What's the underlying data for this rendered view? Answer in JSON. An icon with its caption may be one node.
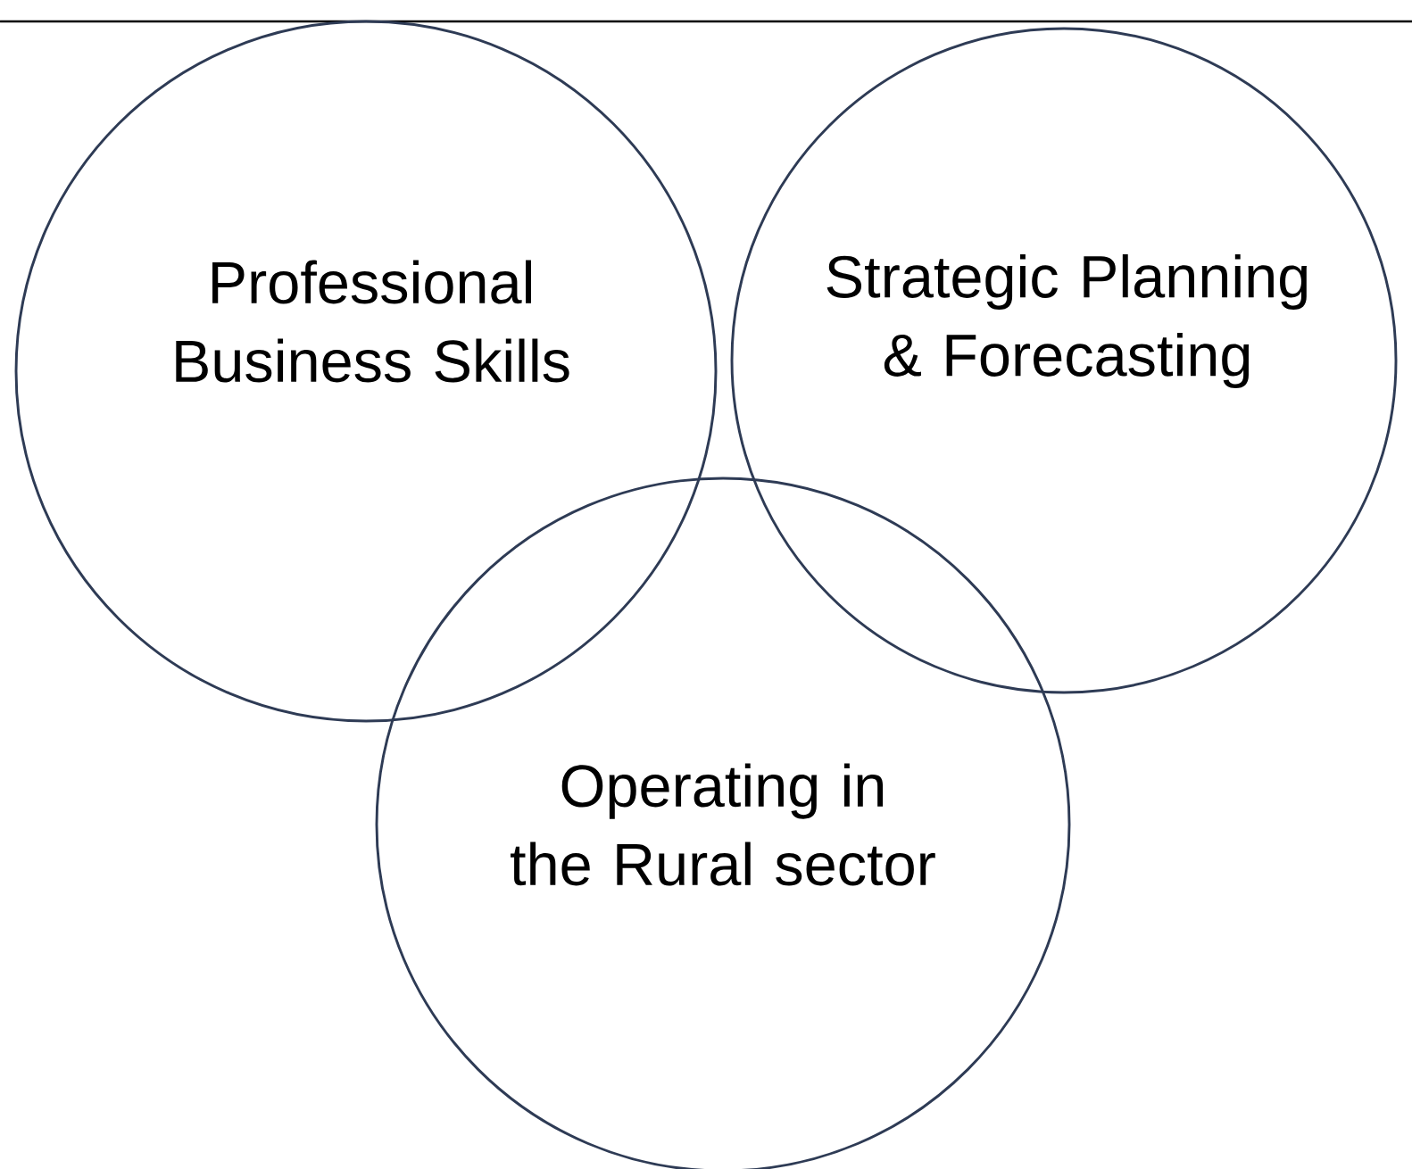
{
  "diagram": {
    "nodes": [
      {
        "text": [
          "Professional Business Skills"
        ]
      },
      {
        "text": [
          "Strategic Planning & Forecasting"
        ]
      },
      {
        "text": [
          "Operating in the Rural sector"
        ]
      }
    ]
  }
}
